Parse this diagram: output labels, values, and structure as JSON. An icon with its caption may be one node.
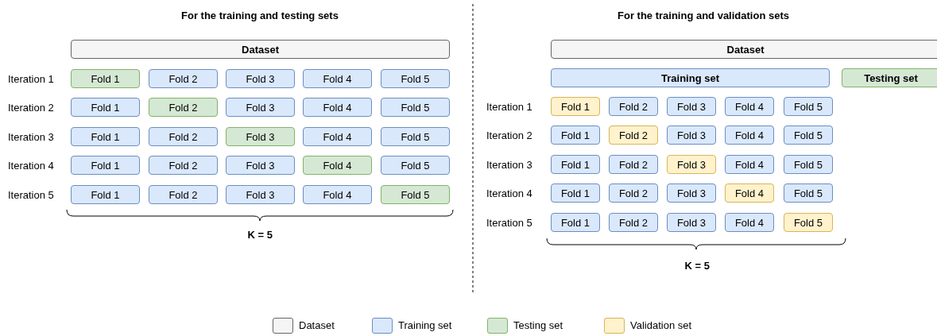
{
  "diagram": {
    "nodes": [
      {
        "text": [
          "Dataset"
        ]
      },
      {
        "text": [
          "Fold 1"
        ]
      },
      {
        "text": [
          "Fold 2"
        ]
      },
      {
        "text": [
          "Fold 3"
        ]
      },
      {
        "text": [
          "Fold 4"
        ]
      },
      {
        "text": [
          "Fold 5"
        ]
      },
      {
        "text": [
          "Fold 1"
        ]
      },
      {
        "text": [
          "Fold 2"
        ]
      },
      {
        "text": [
          "Fold 3"
        ]
      },
      {
        "text": [
          "Fold 4"
        ]
      },
      {
        "text": [
          "Fold 5"
        ]
      },
      {
        "text": [
          "Fold 1"
        ]
      },
      {
        "text": [
          "Fold 2"
        ]
      },
      {
        "text": [
          "Fold 3"
        ]
      },
      {
        "text": [
          "Fold 4"
        ]
      },
      {
        "text": [
          "Fold 5"
        ]
      },
      {
        "text": [
          "Fold 1"
        ]
      },
      {
        "text": [
          "Fold 2"
        ]
      },
      {
        "text": [
          "Fold 3"
        ]
      },
      {
        "text": [
          "Fold 4"
        ]
      },
      {
        "text": [
          "Fold 5"
        ]
      },
      {
        "text": [
          "Fold 1"
        ]
      },
      {
        "text": [
          "Fold 2"
        ]
      },
      {
        "text": [
          "Fold 3"
        ]
      },
      {
        "text": [
          "Fold 4"
        ]
      },
      {
        "text": [
          "Fold 5"
        ]
      },
      {
        "text": [
          "Dataset"
        ]
      },
      {
        "text": [
          "Training set"
        ]
      },
      {
        "text": [
          "Testing set"
        ]
      },
      {
        "text": [
          "Fold 1"
        ]
      },
      {
        "text": [
          "Fold 2"
        ]
      },
      {
        "text": [
          "Fold 3"
        ]
      },
      {
        "text": [
          "Fold 4"
        ]
      },
      {
        "text": [
          "Fold 5"
        ]
      },
      {
        "text": [
          "Fold 1"
        ]
      },
      {
        "text": [
          "Fold 2"
        ]
      },
      {
        "text": [
          "Fold 3"
        ]
      },
      {
        "text": [
          "Fold 4"
        ]
      },
      {
        "text": [
          "Fold 5"
        ]
      },
      {
        "text": [
          "Fold 1"
        ]
      },
      {
        "text": [
          "Fold 2"
        ]
      },
      {
        "text": [
          "Fold 3"
        ]
      },
      {
        "text": [
          "Fold 4"
        ]
      },
      {
        "text": [
          "Fold 5"
        ]
      },
      {
        "text": [
          "Fold 1"
        ]
      },
      {
        "text": [
          "Fold 2"
        ]
      },
      {
        "text": [
          "Fold 3"
        ]
      },
      {
        "text": [
          "Fold 4"
        ]
      },
      {
        "text": [
          "Fold 5"
        ]
      },
      {
        "text": [
          "Fold 1"
        ]
      },
      {
        "text": [
          "Fold 2"
        ]
      },
      {
        "text": [
          "Fold 3"
        ]
      },
      {
        "text": [
          "Fold 4"
        ]
      },
      {
        "text": [
          "Fold 5"
        ]
      }
    ],
    "edges": [],
    "labels": [
      "For the training and testing sets",
      "For the training and validation sets",
      "Iteration 1",
      "Iteration 2",
      "Iteration 3",
      "Iteration 4",
      "Iteration 5",
      "K = 5",
      "Iteration 1",
      "Iteration 2",
      "Iteration 3",
      "Iteration 4",
      "Iteration 5",
      "K = 5"
    ],
    "legend": [
      {
        "text": "Dataset",
        "color": "#f5f5f5"
      },
      {
        "text": "Training set",
        "color": "#dae8fc"
      },
      {
        "text": "Testing set",
        "color": "#d5e8d4"
      },
      {
        "text": "Validation set",
        "color": "#fff2cc"
      }
    ]
  }
}
